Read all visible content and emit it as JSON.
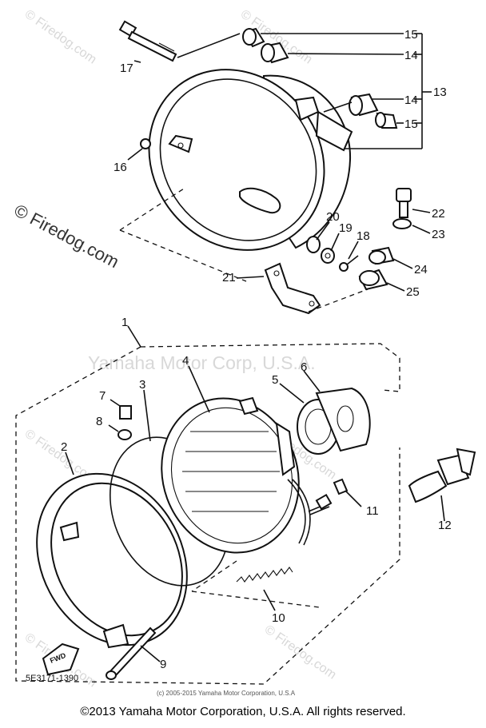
{
  "watermarks": {
    "site": "© Firedog.com",
    "brand": "Yamaha Motor Corp, U.S.A."
  },
  "diagram_code": "5E3171-1390",
  "small_copyright": "(c) 2005-2015 Yamaha Motor Corporation, U.S.A",
  "copyright": "©2013 Yamaha Motor Corporation, U.S.A. All rights reserved.",
  "fwd_label": "FWD",
  "callouts": {
    "p1": "1",
    "p2": "2",
    "p3": "3",
    "p4": "4",
    "p5": "5",
    "p6": "6",
    "p7": "7",
    "p8": "8",
    "p9": "9",
    "p10": "10",
    "p11": "11",
    "p12": "12",
    "p13": "13",
    "p14a": "14",
    "p14b": "14",
    "p15a": "15",
    "p15b": "15",
    "p16": "16",
    "p17": "17",
    "p18": "18",
    "p19": "19",
    "p20": "20",
    "p21": "21",
    "p22": "22",
    "p23": "23",
    "p24": "24",
    "p25": "25"
  },
  "colors": {
    "line": "#111111",
    "watermark": "#d8d8d8",
    "background": "#ffffff"
  }
}
